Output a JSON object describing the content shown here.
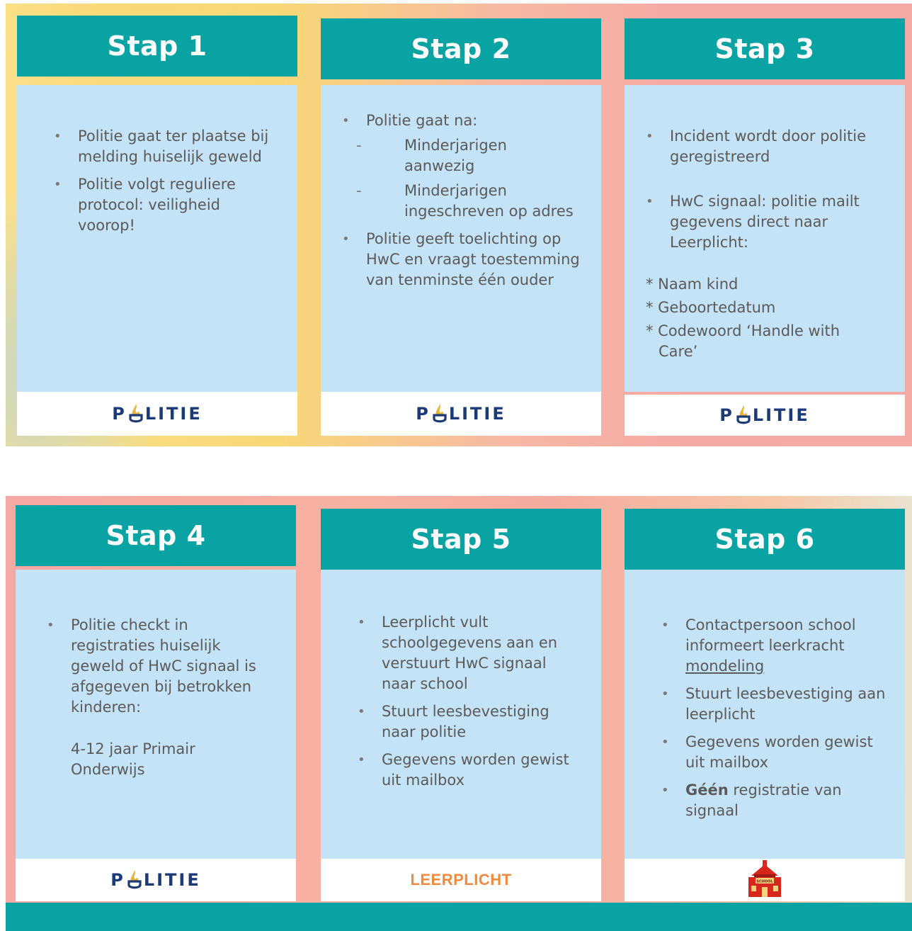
{
  "steps": [
    {
      "title": "Stap 1",
      "bullets": [
        "Politie gaat ter plaatse bij melding huiselijk geweld",
        "Politie volgt reguliere protocol: veiligheid voorop!"
      ],
      "footer": "POLITIE"
    },
    {
      "title": "Stap 2",
      "bullet1": "Politie gaat na:",
      "sub": [
        "Minderjarigen aanwezig",
        "Minderjarigen ingeschreven op adres"
      ],
      "bullet2": "Politie geeft toelichting op HwC en vraagt toestemming van tenminste één ouder",
      "footer": "POLITIE"
    },
    {
      "title": "Stap 3",
      "bullets": [
        "Incident wordt door politie geregistreerd",
        "HwC signaal: politie mailt gegevens direct naar Leerplicht:"
      ],
      "stars": [
        "* Naam kind",
        "* Geboortedatum",
        "* Codewoord ‘Handle with Care’"
      ],
      "footer": "POLITIE"
    },
    {
      "title": "Stap 4",
      "bullet": "Politie checkt in registraties huiselijk geweld of HwC signaal is afgegeven bij betrokken kinderen:",
      "note": "4-12 jaar Primair Onderwijs",
      "footer": "POLITIE"
    },
    {
      "title": "Stap 5",
      "bullets": [
        "Leerplicht vult schoolgegevens aan en verstuurt  HwC signaal naar school",
        "Stuurt leesbevestiging naar politie",
        "Gegevens worden gewist uit mailbox"
      ],
      "footer": "LEERPLICHT"
    },
    {
      "title": "Stap 6",
      "b1_text": "Contactpersoon school informeert leerkracht ",
      "b1_underline": "mondeling",
      "b2": "Stuurt leesbevestiging aan leerplicht",
      "b3": "Gegevens worden gewist uit mailbox",
      "b4_bold": "Géén",
      "b4_text": " registratie van signaal",
      "footer_icon": "school-house-icon",
      "school_sign": "SCHOOL"
    }
  ],
  "colors": {
    "header": "#0aa3a4",
    "body": "#c5e3f6",
    "politie_blue": "#1c3a78",
    "flame": "#e9b33a",
    "leerplicht_orange": "#f08a3c",
    "school_red": "#d9261c"
  }
}
